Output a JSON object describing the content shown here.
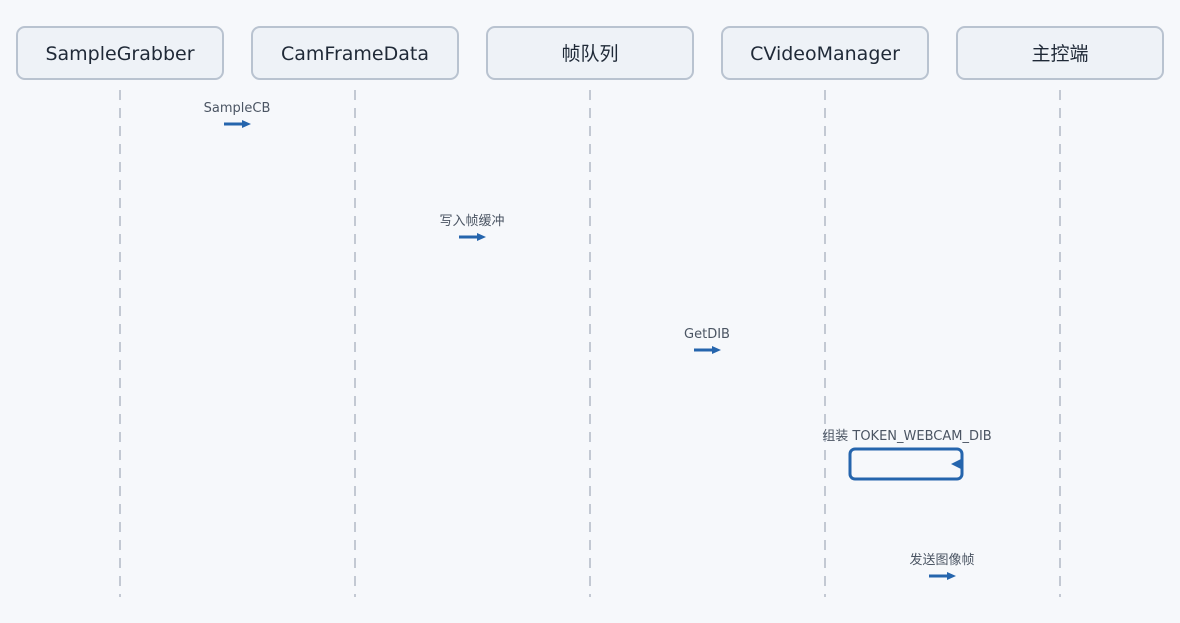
{
  "participants": [
    {
      "id": "samplegrabber",
      "label": "SampleGrabber"
    },
    {
      "id": "camframedata",
      "label": "CamFrameData"
    },
    {
      "id": "frame-queue",
      "label": "帧队列"
    },
    {
      "id": "cvideomanager",
      "label": "CVideoManager"
    },
    {
      "id": "master",
      "label": "主控端"
    }
  ],
  "messages": [
    {
      "id": "samplecb",
      "label": "SampleCB",
      "from": "samplegrabber",
      "to": "camframedata"
    },
    {
      "id": "write-buffer",
      "label": "写入帧缓冲",
      "from": "camframedata",
      "to": "frame-queue"
    },
    {
      "id": "getdib",
      "label": "GetDIB",
      "from": "frame-queue",
      "to": "cvideomanager"
    },
    {
      "id": "assemble-token",
      "label": "组装 TOKEN_WEBCAM_DIB",
      "from": "cvideomanager",
      "to": "cvideomanager"
    },
    {
      "id": "send-frame",
      "label": "发送图像帧",
      "from": "cvideomanager",
      "to": "master"
    }
  ],
  "colors": {
    "arrow": "#2565ad",
    "box_fill": "#eef2f7",
    "box_stroke": "#b9c3d0",
    "lifeline": "#c3c9d3",
    "background": "#f6f8fb"
  }
}
